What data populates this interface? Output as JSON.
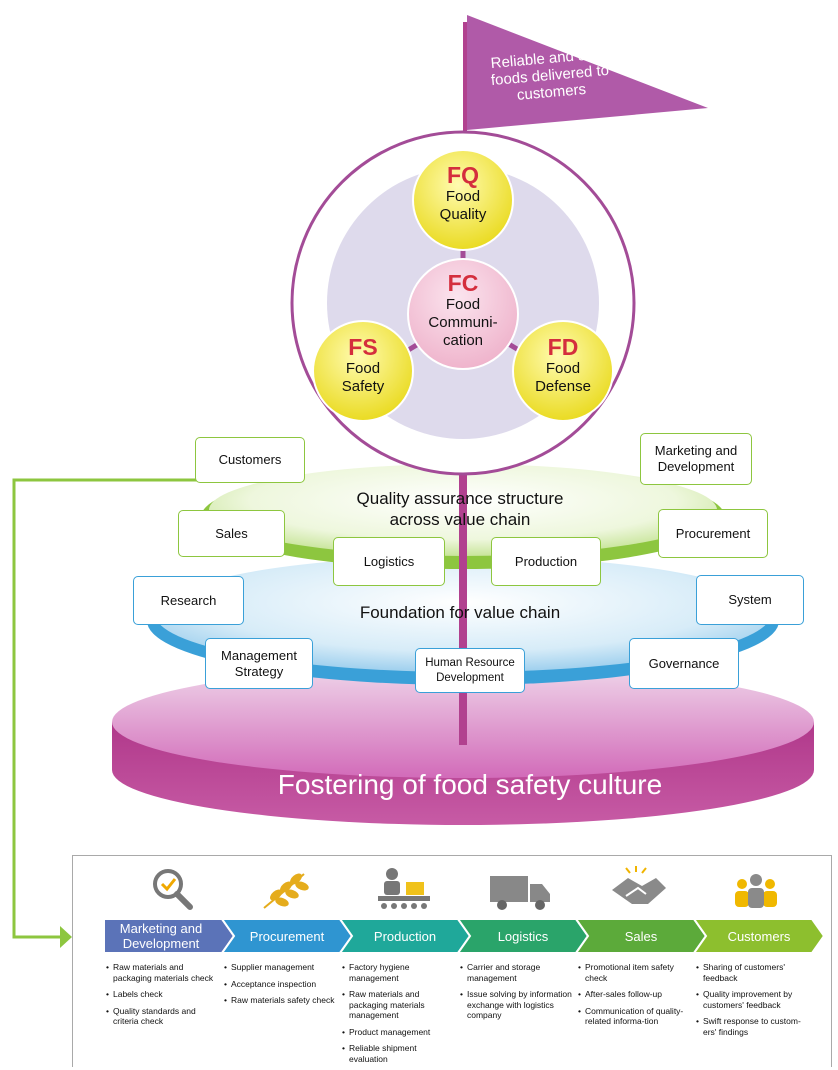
{
  "flag_text": [
    "Reliable and safe",
    "foods delivered to",
    "customers"
  ],
  "circles": {
    "fq": {
      "code": "FQ",
      "label": [
        "Food",
        "Quality"
      ]
    },
    "fc": {
      "code": "FC",
      "label": [
        "Food",
        "Communi-",
        "cation"
      ]
    },
    "fs": {
      "code": "FS",
      "label": [
        "Food",
        "Safety"
      ]
    },
    "fd": {
      "code": "FD",
      "label": [
        "Food",
        "Defense"
      ]
    }
  },
  "value_chain_ring": {
    "title": [
      "Quality assurance structure",
      "across value chain"
    ],
    "items": {
      "customers": "Customers",
      "marketing": [
        "Marketing and",
        "Development"
      ],
      "sales": "Sales",
      "procurement": "Procurement",
      "logistics": "Logistics",
      "production": "Production"
    }
  },
  "foundation_ring": {
    "title": "Foundation for value chain",
    "items": {
      "research": "Research",
      "system": "System",
      "management": [
        "Management",
        "Strategy"
      ],
      "hr": [
        "Human Resource",
        "Development"
      ],
      "governance": "Governance"
    }
  },
  "culture_label": "Fostering of food safety culture",
  "process": [
    {
      "label": [
        "Marketing and",
        "Development"
      ],
      "color": "#5b73b8",
      "icon": "magnifier-check-icon",
      "bullets": [
        "Raw materials and packaging materials check",
        "Labels check",
        "Quality standards and criteria check"
      ]
    },
    {
      "label": [
        "Procurement"
      ],
      "color": "#2f95d1",
      "icon": "wheat-grain-icon",
      "bullets": [
        "Supplier management",
        "Acceptance inspection",
        "Raw materials safety check"
      ]
    },
    {
      "label": [
        "Production"
      ],
      "color": "#1fa89a",
      "icon": "factory-worker-conveyor-icon",
      "bullets": [
        "Factory hygiene management",
        "Raw materials and packaging materials management",
        "Product management",
        "Reliable shipment evaluation"
      ]
    },
    {
      "label": [
        "Logistics"
      ],
      "color": "#2aa46a",
      "icon": "delivery-truck-icon",
      "bullets": [
        "Carrier and storage management",
        "Issue solving by information exchange with logistics company"
      ]
    },
    {
      "label": [
        "Sales"
      ],
      "color": "#5caa3a",
      "icon": "handshake-icon",
      "bullets": [
        "Promotional item safety check",
        "After-sales follow-up",
        "Communication of quality-related informa-tion"
      ]
    },
    {
      "label": [
        "Customers"
      ],
      "color": "#8dbf2e",
      "icon": "people-group-icon",
      "bullets": [
        "Sharing of customers' feedback",
        "Quality improvement by customers' feedback",
        "Swift response to custom-ers' findings"
      ]
    }
  ],
  "colors": {
    "magenta": "#b1418f",
    "flag": "#b05aa8",
    "circle_yellow": "#f3e63c",
    "circle_pink": "#f2c7d8",
    "code_red": "#d42e3d",
    "green_ring": "#8dc63f",
    "blue_ring": "#3aa0d8",
    "connector": "#8dc63f"
  }
}
